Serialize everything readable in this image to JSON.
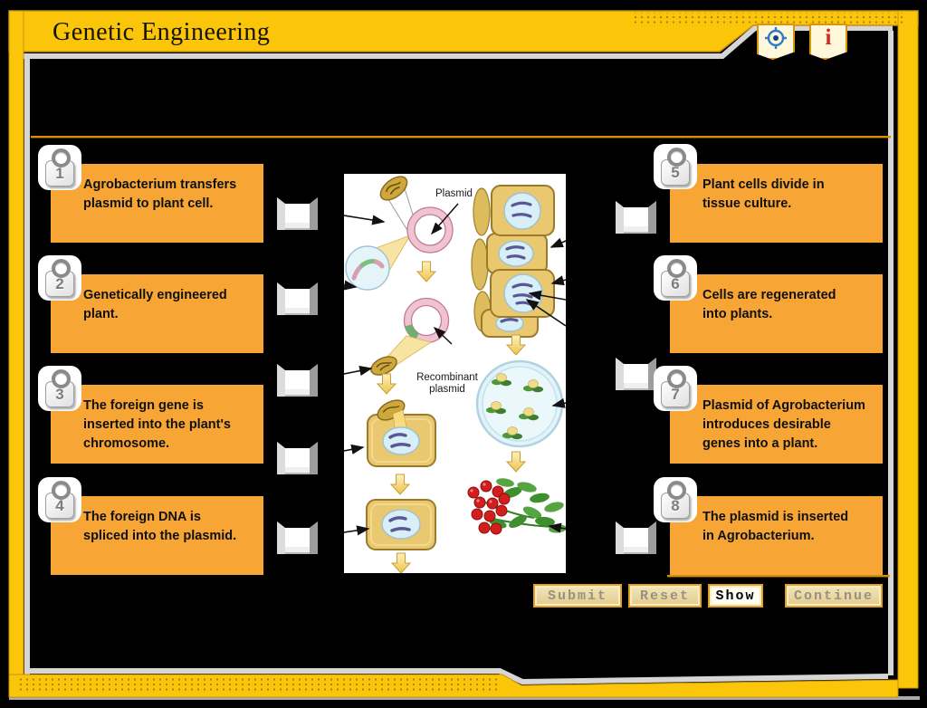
{
  "header": {
    "title": "Genetic Engineering"
  },
  "toolbar": {
    "target_icon": "crosshair-target",
    "info_icon_glyph": "i"
  },
  "cards": {
    "left": [
      {
        "number": "1",
        "text": "Agrobacterium transfers\nplasmid to plant cell."
      },
      {
        "number": "2",
        "text": "Genetically engineered\nplant."
      },
      {
        "number": "3",
        "text": "The foreign gene is\ninserted into the plant's\nchromosome."
      },
      {
        "number": "4",
        "text": "The foreign DNA is\nspliced into the plasmid."
      }
    ],
    "right": [
      {
        "number": "5",
        "text": "Plant cells divide in\ntissue culture."
      },
      {
        "number": "6",
        "text": "Cells are regenerated\ninto plants."
      },
      {
        "number": "7",
        "text": "Plasmid of Agrobacterium\nintroduces desirable\ngenes into a plant."
      },
      {
        "number": "8",
        "text": "The plasmid is inserted\nin Agrobacterium."
      }
    ]
  },
  "diagram": {
    "label_plasmid": "Plasmid",
    "label_recombinant_1": "Recombinant",
    "label_recombinant_2": "plasmid"
  },
  "buttons": {
    "submit": "Submit",
    "reset": "Reset",
    "show": "Show",
    "continue": "Continue"
  },
  "colors": {
    "frame_gold": "#FBC609",
    "frame_gold_dark": "#C8920A",
    "card_orange": "#F7A636",
    "divider_line": "#D98E04",
    "button_face": "#EBDAA4",
    "button_border": "#E2A21F",
    "show_button_face": "#FFFEF4",
    "info_red": "#D32A1E",
    "target_blue": "#2E7CC6"
  }
}
